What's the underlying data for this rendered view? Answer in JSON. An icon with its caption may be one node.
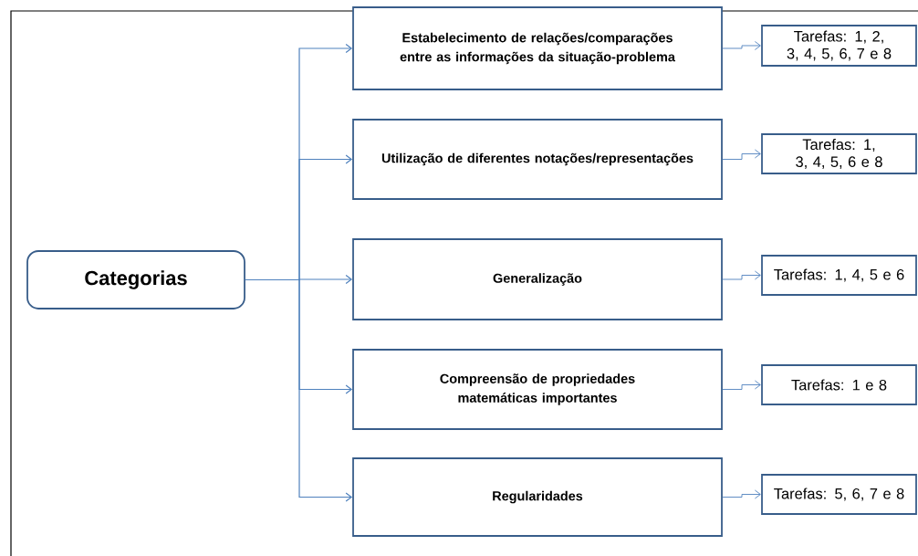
{
  "diagram": {
    "nodes": [
      {
        "text": [
          "Categorias"
        ]
      },
      {
        "text": [
          "Estabelecimento de relações/comparações entre as informações da situação-problema"
        ]
      },
      {
        "text": [
          "Utilização de diferentes notações/representações"
        ]
      },
      {
        "text": [
          "Generalização"
        ]
      },
      {
        "text": [
          "Compreensão de propriedades matemáticas importantes"
        ]
      },
      {
        "text": [
          "Regularidades"
        ]
      },
      {
        "text": [
          "Tarefas: 1, 2, 3, 4, 5, 6, 7 e 8"
        ]
      },
      {
        "text": [
          "Tarefas: 1, 3, 4, 5, 6 e 8"
        ]
      },
      {
        "text": [
          "Tarefas: 1, 4, 5 e 6"
        ]
      },
      {
        "text": [
          "Tarefas: 1 e 8"
        ]
      },
      {
        "text": [
          "Tarefas: 5, 6, 7 e 8"
        ]
      }
    ],
    "edges": [
      {
        "from": 0,
        "to": 1,
        "arrow": "to"
      },
      {
        "from": 0,
        "to": 2,
        "arrow": "to"
      },
      {
        "from": 0,
        "to": 3,
        "arrow": "to"
      },
      {
        "from": 0,
        "to": 4,
        "arrow": "to"
      },
      {
        "from": 0,
        "to": 5,
        "arrow": "to"
      },
      {
        "from": 1,
        "to": 6,
        "arrow": "to"
      },
      {
        "from": 2,
        "to": 7,
        "arrow": "to"
      },
      {
        "from": 3,
        "to": 8,
        "arrow": "to"
      },
      {
        "from": 4,
        "to": 9,
        "arrow": "to"
      },
      {
        "from": 5,
        "to": 10,
        "arrow": "to"
      }
    ]
  }
}
